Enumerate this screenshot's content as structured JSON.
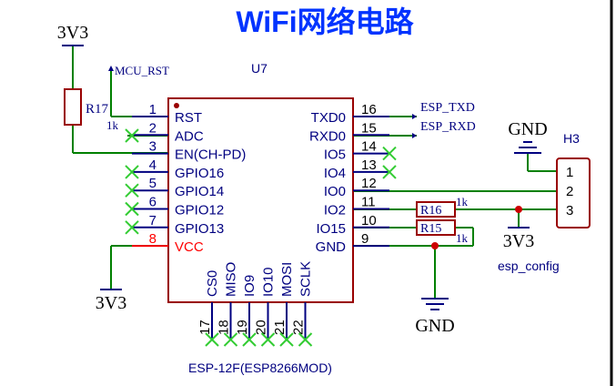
{
  "title": "WiFi网络电路",
  "colors": {
    "wire": "#008000",
    "ink": "#000080",
    "part": "#990000",
    "pin_red": "#ff0000",
    "noconnect": "#33cc33",
    "net": "#000000",
    "title": "#0033ff"
  },
  "power": {
    "top_3v3": "3V3",
    "bottom_3v3": "3V3",
    "right_3v3": "3V3",
    "gnd_center": "GND",
    "gnd_top": "GND"
  },
  "nets": {
    "mcu_rst": "MCU_RST",
    "esp_txd": "ESP_TXD",
    "esp_rxd": "ESP_RXD"
  },
  "resistors": {
    "r17": {
      "ref": "R17",
      "value": "1k"
    },
    "r16": {
      "ref": "R16",
      "value": "1k"
    },
    "r15": {
      "ref": "R15",
      "value": "1k"
    }
  },
  "chip": {
    "ref": "U7",
    "part": "ESP-12F(ESP8266MOD)",
    "left_pins": [
      {
        "num": "1",
        "name": "RST"
      },
      {
        "num": "2",
        "name": "ADC"
      },
      {
        "num": "3",
        "name": "EN(CH-PD)"
      },
      {
        "num": "4",
        "name": "GPIO16"
      },
      {
        "num": "5",
        "name": "GPIO14"
      },
      {
        "num": "6",
        "name": "GPIO12"
      },
      {
        "num": "7",
        "name": "GPIO13"
      },
      {
        "num": "8",
        "name": "VCC"
      }
    ],
    "right_pins": [
      {
        "num": "16",
        "name": "TXD0"
      },
      {
        "num": "15",
        "name": "RXD0"
      },
      {
        "num": "14",
        "name": "IO5"
      },
      {
        "num": "13",
        "name": "IO4"
      },
      {
        "num": "12",
        "name": "IO0"
      },
      {
        "num": "11",
        "name": "IO2"
      },
      {
        "num": "10",
        "name": "IO15"
      },
      {
        "num": "9",
        "name": "GND"
      }
    ],
    "bottom_pins": [
      {
        "num": "17",
        "name": "CS0"
      },
      {
        "num": "18",
        "name": "MISO"
      },
      {
        "num": "19",
        "name": "IO9"
      },
      {
        "num": "20",
        "name": "IO10"
      },
      {
        "num": "21",
        "name": "MOSI"
      },
      {
        "num": "22",
        "name": "SCLK"
      }
    ]
  },
  "header": {
    "ref": "H3",
    "name": "esp_config",
    "pins": [
      "1",
      "2",
      "3"
    ]
  }
}
